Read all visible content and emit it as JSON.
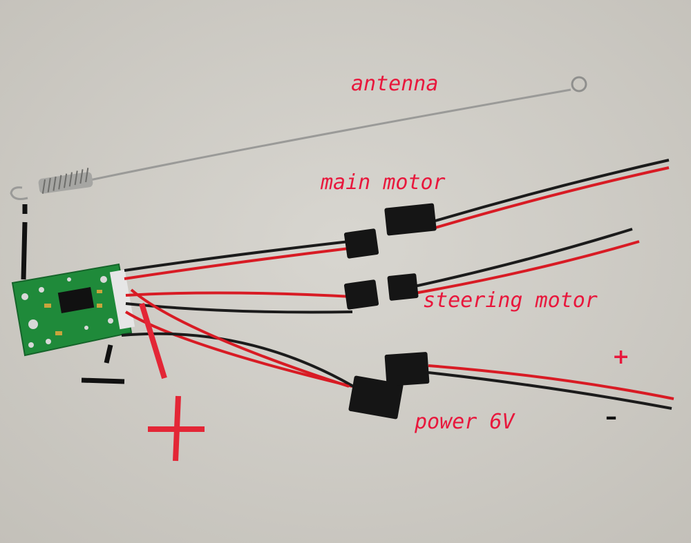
{
  "labels": {
    "antenna": "antenna",
    "main_motor": "main motor",
    "steering_motor": "steering motor",
    "power": "power 6V",
    "plus": "+",
    "minus": "–"
  },
  "colors": {
    "background": "#cfccc6",
    "label_red": "#e8173c",
    "wire_red": "#d81b24",
    "wire_black": "#1b1b1b",
    "pcb_green": "#1f8a3a",
    "connector": "#151515"
  },
  "icons": [
    "circuit-board",
    "antenna-wire",
    "spring-coil",
    "connector-plug",
    "wire-pair"
  ]
}
